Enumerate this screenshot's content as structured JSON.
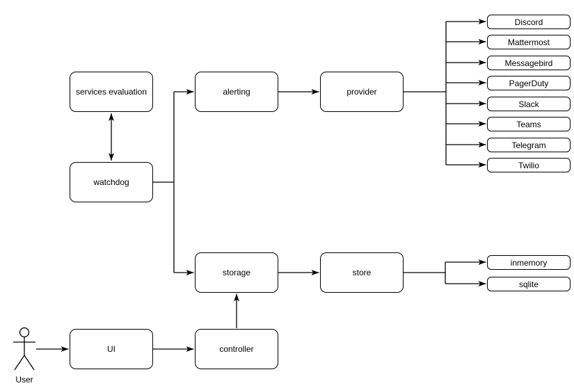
{
  "diagram": {
    "background": "#ffffff",
    "line_color": "#000000",
    "text_color": "#000000",
    "nodes": {
      "services_evaluation": {
        "label": "services evaluation"
      },
      "watchdog": {
        "label": "watchdog"
      },
      "alerting": {
        "label": "alerting"
      },
      "provider": {
        "label": "provider"
      },
      "storage": {
        "label": "storage"
      },
      "store": {
        "label": "store"
      },
      "ui": {
        "label": "UI"
      },
      "controller": {
        "label": "controller"
      }
    },
    "provider_targets": [
      {
        "label": "Discord"
      },
      {
        "label": "Mattermost"
      },
      {
        "label": "Messagebird"
      },
      {
        "label": "PagerDuty"
      },
      {
        "label": "Slack"
      },
      {
        "label": "Teams"
      },
      {
        "label": "Telegram"
      },
      {
        "label": "Twilio"
      }
    ],
    "store_targets": [
      {
        "label": "inmemory"
      },
      {
        "label": "sqlite"
      }
    ],
    "actor": {
      "label": "User"
    },
    "edges": [
      {
        "from": "services evaluation",
        "to": "watchdog",
        "direction": "bidirectional"
      },
      {
        "from": "watchdog",
        "to": "alerting"
      },
      {
        "from": "watchdog",
        "to": "storage"
      },
      {
        "from": "alerting",
        "to": "provider"
      },
      {
        "from": "provider",
        "to": "Discord"
      },
      {
        "from": "provider",
        "to": "Mattermost"
      },
      {
        "from": "provider",
        "to": "Messagebird"
      },
      {
        "from": "provider",
        "to": "PagerDuty"
      },
      {
        "from": "provider",
        "to": "Slack"
      },
      {
        "from": "provider",
        "to": "Teams"
      },
      {
        "from": "provider",
        "to": "Telegram"
      },
      {
        "from": "provider",
        "to": "Twilio"
      },
      {
        "from": "storage",
        "to": "store"
      },
      {
        "from": "store",
        "to": "inmemory"
      },
      {
        "from": "store",
        "to": "sqlite"
      },
      {
        "from": "controller",
        "to": "storage"
      },
      {
        "from": "UI",
        "to": "controller"
      },
      {
        "from": "User",
        "to": "UI"
      }
    ]
  }
}
